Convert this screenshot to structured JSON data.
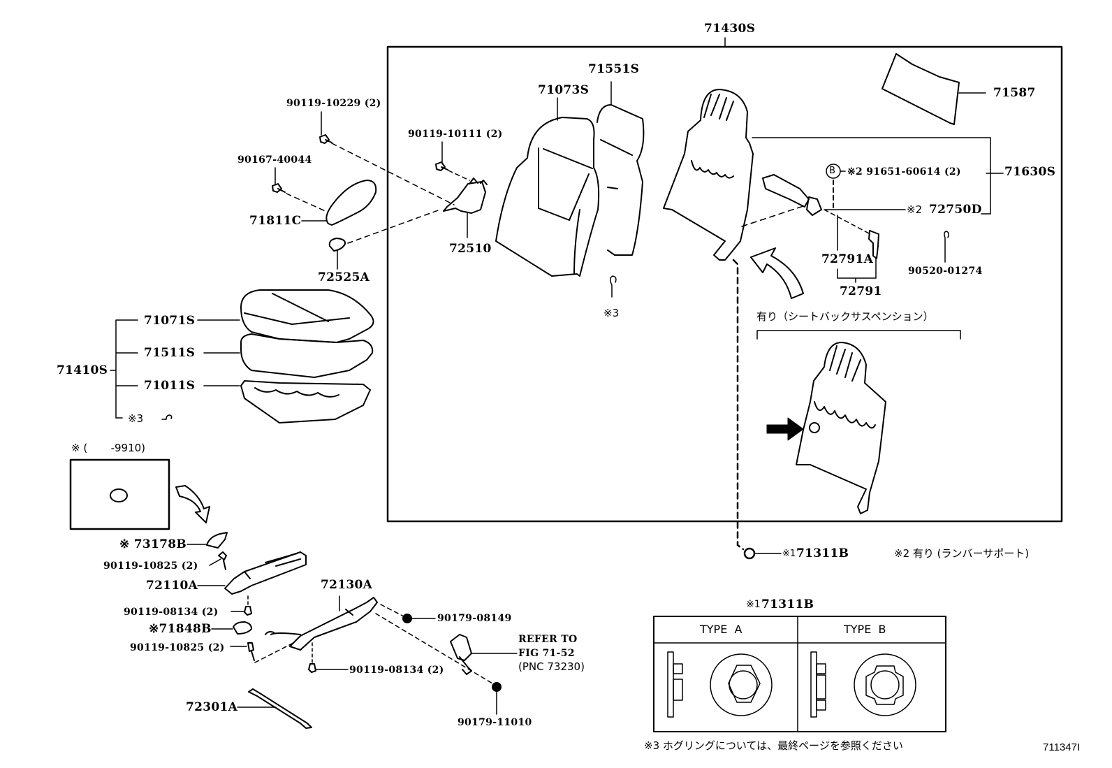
{
  "diagram": {
    "figure_id": "711347I",
    "colors": {
      "ink": "#000000",
      "paper": "#ffffff"
    },
    "seatback_assembly": {
      "group_label": "71430S",
      "parts": {
        "cover": "71073S",
        "pad": "71551S",
        "board": "71587",
        "frame_group": "71630S",
        "bolt_lumbar": "※2 91651-60614 (2)",
        "bolt_marker": "B",
        "lumbar_adjuster": "※2",
        "lumbar_adjuster_pn": "72750D",
        "knob_assy": "72791",
        "knob": "72791A",
        "clip": "90520-01274",
        "hog_ring": "※3"
      },
      "variant_caption": "有り（シートバックサスペンション）"
    },
    "recliner": {
      "bolt_upper": "90119-10229 (2)",
      "screw": "90167-40044",
      "cover": "71811C",
      "knob": "72525A",
      "bolt_hinge": "90119-10111 (2)",
      "adjuster": "72510"
    },
    "cushion": {
      "group_label": "71410S",
      "cover": "71071S",
      "pad": "71511S",
      "frame": "71011S",
      "hog_ring": "※3"
    },
    "early_model_note": "※ (       -9910)",
    "track": {
      "cover_outer": "※ 73178B",
      "bolt_a": "90119-10825 (2)",
      "track_inner": "72110A",
      "bolt_b": "90119-08134 (2)",
      "cover_inner": "※71848B",
      "bolt_c": "90119-10825 (2)",
      "track_outer": "72130A",
      "nut_a": "90179-08149",
      "bolt_d": "90119-08134 (2)",
      "reference_line1": "REFER TO",
      "reference_line2": "FIG 71-52",
      "reference_line3": "(PNC 73230)",
      "nut_b": "90179-11010",
      "cable": "72301A"
    },
    "cushion_bushing": {
      "marker": "※1",
      "part": "71311B"
    },
    "note_lumbar": "※2  有り (ランバーサポート)",
    "type_table": {
      "title_marker": "※1",
      "title_part": "71311B",
      "headers": [
        "TYPE  A",
        "TYPE  B"
      ]
    },
    "footnote": "※3  ホグリングについては、最終ページを参照ください"
  }
}
